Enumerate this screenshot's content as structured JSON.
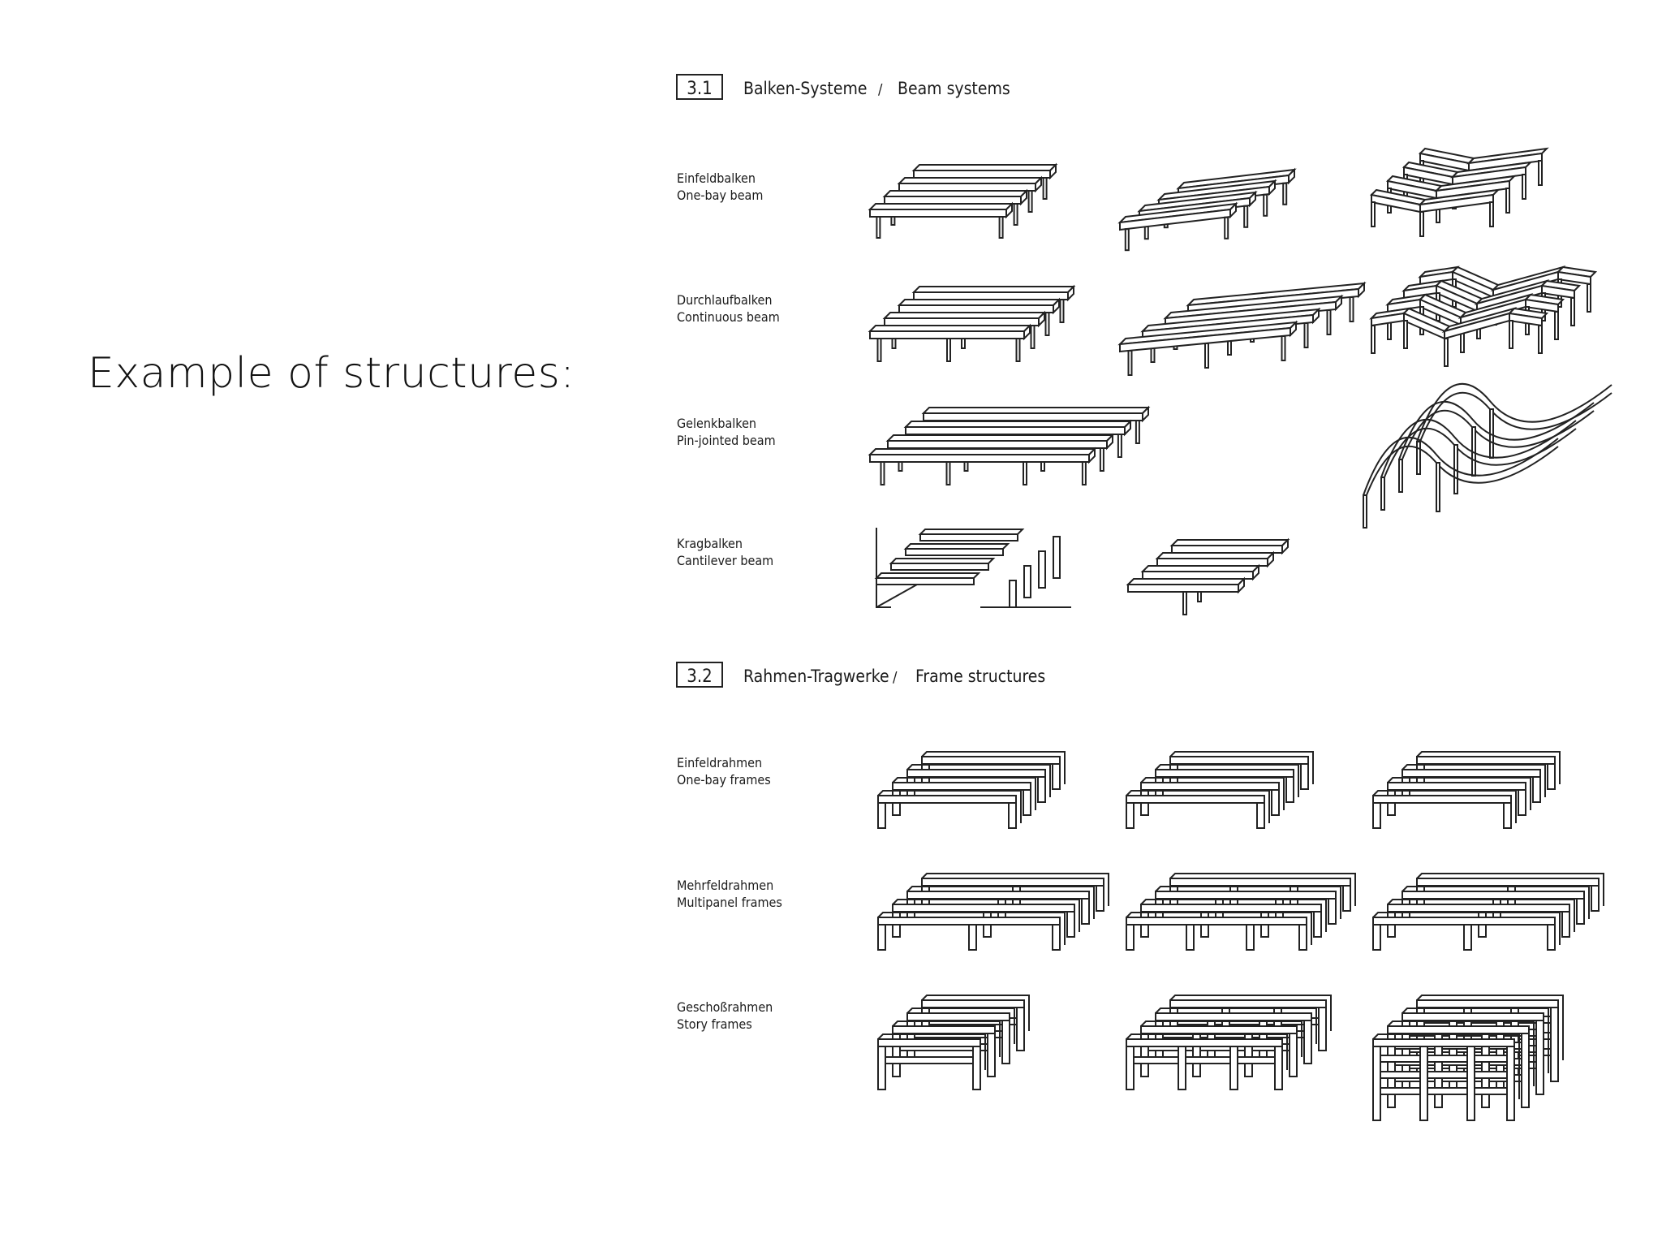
{
  "slide": {
    "title": "Example of structures:"
  },
  "sections": [
    {
      "number": "3.1",
      "heading_de": "Balken-Systeme",
      "heading_sep": "/",
      "heading_en": "Beam systems",
      "rows": [
        {
          "label_de": "Einfeldbalken",
          "label_en": "One-bay beam"
        },
        {
          "label_de": "Durchlaufbalken",
          "label_en": "Continuous beam"
        },
        {
          "label_de": "Gelenkbalken",
          "label_en": "Pin-jointed beam"
        },
        {
          "label_de": "Kragbalken",
          "label_en": "Cantilever beam"
        }
      ]
    },
    {
      "number": "3.2",
      "heading_de": "Rahmen-Tragwerke",
      "heading_sep": "/",
      "heading_en": "Frame structures",
      "rows": [
        {
          "label_de": "Einfeldrahmen",
          "label_en": "One-bay frames"
        },
        {
          "label_de": "Mehrfeldrahmen",
          "label_en": "Multipanel frames"
        },
        {
          "label_de": "Geschoßrahmen",
          "label_en": "Story frames"
        }
      ]
    }
  ]
}
